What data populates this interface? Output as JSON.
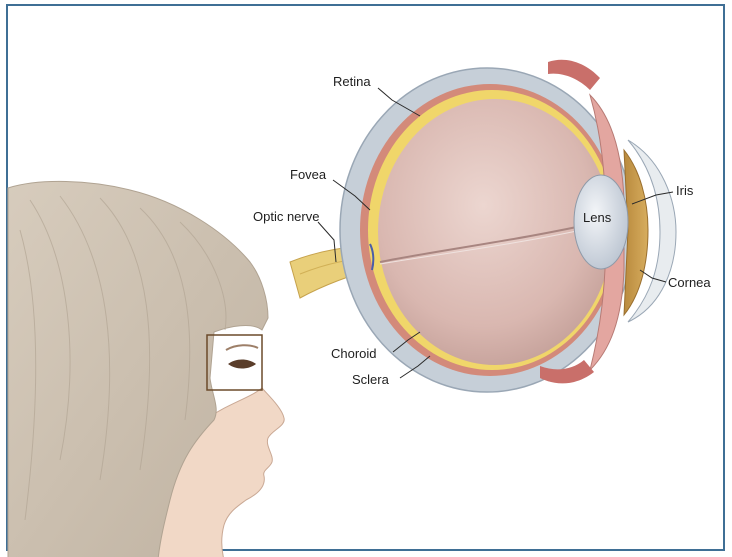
{
  "labels": {
    "retina": "Retina",
    "fovea": "Fovea",
    "optic_nerve": "Optic nerve",
    "choroid": "Choroid",
    "sclera": "Sclera",
    "lens": "Lens",
    "iris": "Iris",
    "cornea": "Cornea"
  },
  "colors": {
    "frame": "#3f6f95",
    "hair": "#cfc3b4",
    "skin": "#f1d8c6",
    "sclera": "#c6cfd8",
    "choroid": "#d38a7a",
    "retina": "#f0d66a",
    "vitreous": "#dcbcb6",
    "lens": "#d8dde6",
    "iris": "#c89a4a",
    "cornea": "#e8ecef",
    "optic_nerve": "#e9cf7a",
    "muscle": "#c96f6a"
  }
}
